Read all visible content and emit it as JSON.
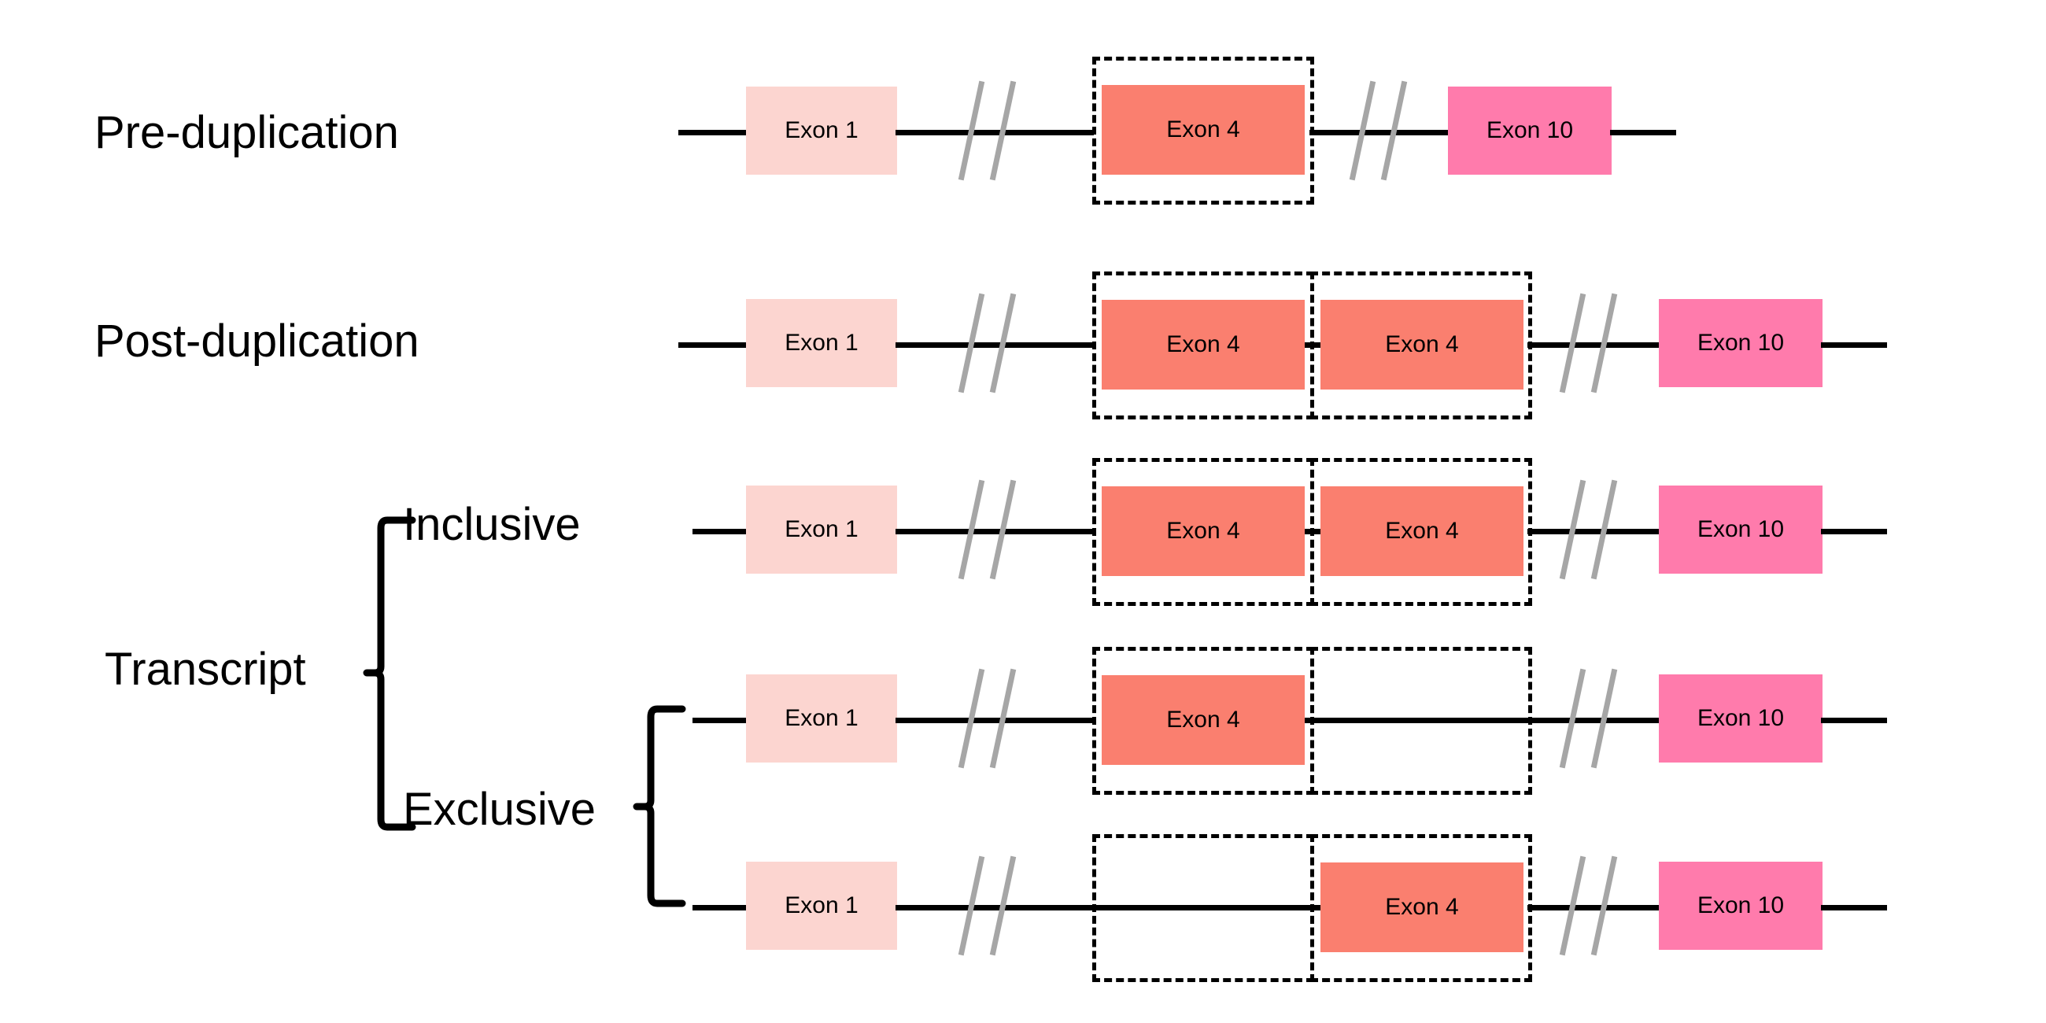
{
  "diagram": {
    "title_present": false,
    "background_color": "#ffffff",
    "line_color": "#000000",
    "break_mark_color": "#a6a6a6",
    "dash_border_color": "#000000"
  },
  "colors": {
    "exon1_fill": "#fcd5d0",
    "exon4_fill": "#fa7f6f",
    "exon10_fill": "#ff7bac"
  },
  "row_labels": {
    "pre_duplication": "Pre-duplication",
    "post_duplication": "Post-duplication"
  },
  "branch_labels": {
    "transcript": "Transcript",
    "inclusive": "Inclusive",
    "exclusive": "Exclusive"
  },
  "exon_names": {
    "exon1": "Exon 1",
    "exon4": "Exon 4",
    "exon10": "Exon 10"
  },
  "rows": [
    {
      "id": "pre-duplication",
      "label": "Pre-duplication",
      "exon1": "Exon 1",
      "exon10": "Exon 10",
      "duplicated_slots": 1,
      "slot_contents": [
        "Exon 4"
      ]
    },
    {
      "id": "post-duplication",
      "label": "Post-duplication",
      "exon1": "Exon 1",
      "exon10": "Exon 10",
      "duplicated_slots": 2,
      "slot_contents": [
        "Exon 4",
        "Exon 4"
      ]
    },
    {
      "id": "transcript-inclusive",
      "label": "Inclusive",
      "exon1": "Exon 1",
      "exon10": "Exon 10",
      "duplicated_slots": 2,
      "slot_contents": [
        "Exon 4",
        "Exon 4"
      ]
    },
    {
      "id": "transcript-exclusive-first",
      "label": "Exclusive",
      "exon1": "Exon 1",
      "exon10": "Exon 10",
      "duplicated_slots": 2,
      "slot_contents": [
        "Exon 4",
        null
      ]
    },
    {
      "id": "transcript-exclusive-second",
      "label": "Exclusive",
      "exon1": "Exon 1",
      "exon10": "Exon 10",
      "duplicated_slots": 2,
      "slot_contents": [
        null,
        "Exon 4"
      ]
    }
  ]
}
